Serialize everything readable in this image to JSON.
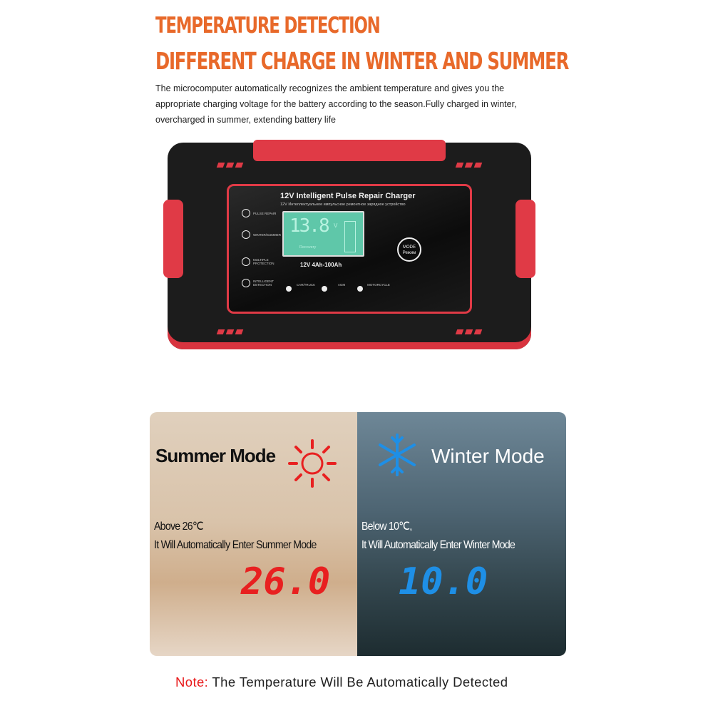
{
  "header": {
    "title1": "TEMPERATURE DETECTION",
    "title2": "DIFFERENT CHARGE IN WINTER AND SUMMER",
    "description": "The microcomputer automatically recognizes the ambient temperature  and gives you the appropriate charging voltage for the battery according to the season.Fully charged in winter, overcharged in summer, extending battery life"
  },
  "charger": {
    "title": "12V Intelligent Pulse Repair Charger",
    "subtitle": "12V Интеллектуальное импульсное ремонтное зарядное устройство",
    "display_value": "13.8",
    "display_unit": "V",
    "recovery": "Recovery",
    "range": "12V  4Ah-100Ah",
    "features": [
      "PULSE REPAIR",
      "WINTER/SUMMER",
      "MULTIPLE PROTECTION",
      "INTELLIGENT DETECTION"
    ],
    "mode_button": "MODE",
    "mode_sub": "Режим",
    "battery_types": [
      "CAR/TRUCK",
      "AGM",
      "MOTORCYCLE"
    ]
  },
  "summer": {
    "title": "Summer Mode",
    "line1": "Above 26℃",
    "line2": "It Will Automatically Enter Summer Mode",
    "display": "26.0",
    "color": "#e82020"
  },
  "winter": {
    "title": "Winter Mode",
    "line1": "Below 10℃,",
    "line2": "It Will Automatically Enter Winter Mode",
    "display": "10.0",
    "color": "#1e8fe6"
  },
  "note": {
    "label": "Note:",
    "text": " The Temperature Will Be Automatically Detected"
  }
}
